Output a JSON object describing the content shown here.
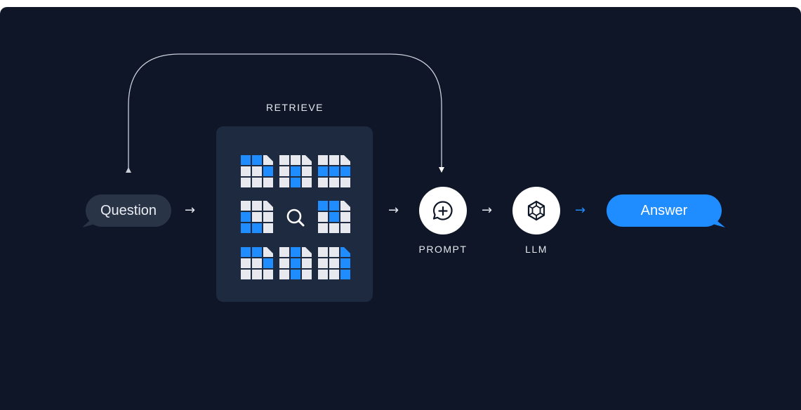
{
  "colors": {
    "background": "#0e1627",
    "panel": "#1e2a3f",
    "question_bubble": "#2a3447",
    "answer_bubble": "#1f8cff",
    "doc_blue": "#1f8cff",
    "doc_light": "#e7e9ee"
  },
  "nodes": {
    "question": {
      "label": "Question"
    },
    "retrieve": {
      "label": "RETRIEVE"
    },
    "prompt": {
      "label": "PROMPT",
      "icon": "chat-plus-icon"
    },
    "llm": {
      "label": "LLM",
      "icon": "cube-icon"
    },
    "answer": {
      "label": "Answer"
    }
  },
  "arrows": {
    "glyph": "→"
  },
  "documents": [
    {
      "icon": "document-grid-icon",
      "highlighted": [
        0,
        1,
        5
      ]
    },
    {
      "icon": "document-grid-icon",
      "highlighted": [
        4,
        7
      ]
    },
    {
      "icon": "document-grid-icon",
      "highlighted": [
        3,
        4,
        5
      ]
    },
    {
      "icon": "document-grid-icon",
      "highlighted": [
        3,
        6,
        7
      ]
    },
    {
      "icon": "search-icon"
    },
    {
      "icon": "document-grid-icon",
      "highlighted": [
        0,
        1,
        4
      ]
    },
    {
      "icon": "document-grid-icon",
      "highlighted": [
        0,
        1,
        5
      ]
    },
    {
      "icon": "document-grid-icon",
      "highlighted": [
        1,
        4,
        7
      ]
    },
    {
      "icon": "document-grid-icon",
      "highlighted": [
        2,
        5,
        8
      ]
    }
  ]
}
